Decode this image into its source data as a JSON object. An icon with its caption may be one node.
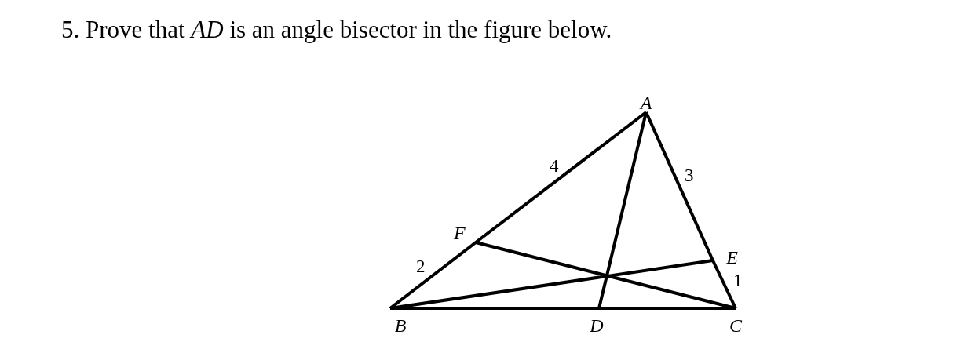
{
  "diagram": {
    "title": "5. Prove that *AD* is an angle bisector in the figure below.",
    "nodes": [
      {
        "text": [
          "A"
        ]
      },
      {
        "text": [
          "B"
        ]
      },
      {
        "text": [
          "C"
        ]
      },
      {
        "text": [
          "D"
        ]
      },
      {
        "text": [
          "E"
        ]
      },
      {
        "text": [
          "F"
        ]
      }
    ],
    "edges": [
      {
        "from": 1,
        "to": 5,
        "arrow": "none",
        "label": "2"
      },
      {
        "from": 5,
        "to": 0,
        "arrow": "none",
        "label": "4"
      },
      {
        "from": 0,
        "to": 4,
        "arrow": "none",
        "label": "3"
      },
      {
        "from": 4,
        "to": 2,
        "arrow": "none",
        "label": "1"
      },
      {
        "from": 1,
        "to": 3,
        "arrow": "none"
      },
      {
        "from": 3,
        "to": 2,
        "arrow": "none"
      },
      {
        "from": 0,
        "to": 3,
        "arrow": "none"
      },
      {
        "from": 1,
        "to": 4,
        "arrow": "none"
      },
      {
        "from": 2,
        "to": 5,
        "arrow": "none"
      }
    ]
  }
}
